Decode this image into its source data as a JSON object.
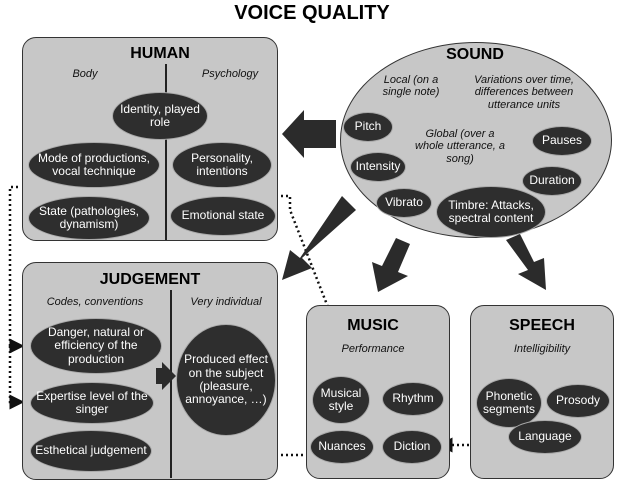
{
  "title": "VOICE QUALITY",
  "human": {
    "heading": "HUMAN",
    "col_left": "Body",
    "col_right": "Psychology",
    "items": [
      "Identity, played role",
      "Mode of productions, vocal technique",
      "Personality, intentions",
      "State (pathologies, dynamism)",
      "Emotional state"
    ]
  },
  "sound": {
    "heading": "SOUND",
    "local": "Local (on a single note)",
    "variations": "Variations over time, differences between utterance units",
    "global": "Global (over a whole utterance, a song)",
    "items": [
      "Pitch",
      "Intensity",
      "Vibrato",
      "Timbre: Attacks, spectral content",
      "Pauses",
      "Duration"
    ]
  },
  "judgement": {
    "heading": "JUDGEMENT",
    "col_left": "Codes, conventions",
    "col_right": "Very individual",
    "items": [
      "Danger, natural or efficiency of the production",
      "Expertise level of the singer",
      "Esthetical judgement",
      "Produced effect on the subject (pleasure, annoyance, …)"
    ]
  },
  "music": {
    "heading": "MUSIC",
    "sub": "Performance",
    "items": [
      "Musical style",
      "Rhythm",
      "Nuances",
      "Diction"
    ]
  },
  "speech": {
    "heading": "SPEECH",
    "sub": "Intelligibility",
    "items": [
      "Phonetic segments",
      "Prosody",
      "Language"
    ]
  },
  "colors": {
    "panel": "#c7c7c7",
    "node": "#2e2e2e",
    "arrow": "#2b2b2b"
  }
}
